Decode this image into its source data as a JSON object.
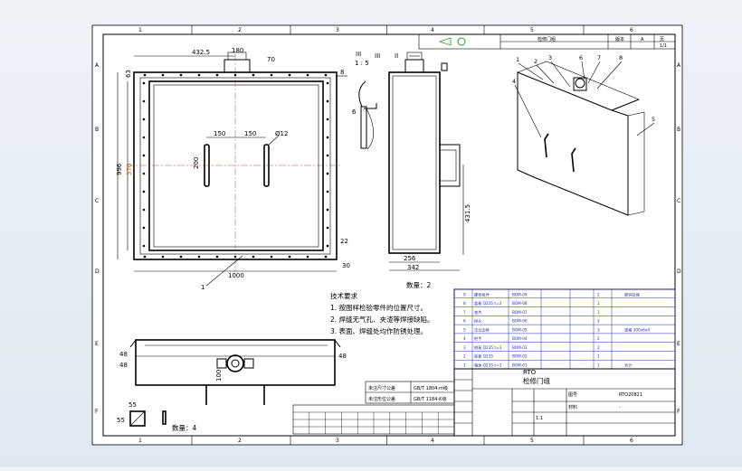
{
  "zones": {
    "columns": [
      "1",
      "2",
      "3",
      "4",
      "5",
      "6"
    ],
    "rows": [
      "A",
      "B",
      "C",
      "D",
      "E",
      "F"
    ]
  },
  "front_view": {
    "dims": {
      "top_offset": "432.5",
      "top_width": "180",
      "top_right": "70",
      "left_small": "63",
      "left_height": "996",
      "inner_height": "370",
      "slot_spacing_left": "150",
      "slot_spacing_right": "150",
      "slot_length": "200",
      "hole_dia": "Ø12",
      "right_22": "22",
      "right_30": "30",
      "bottom_width": "1000"
    },
    "balloons": [
      "8",
      "1"
    ]
  },
  "detail_view": {
    "label": "III",
    "scale": "1 : 5",
    "balloon": "6",
    "mark": "II"
  },
  "side_view": {
    "dims": {
      "height": "431.5",
      "depth_inner": "256",
      "depth_outer": "342"
    },
    "marks": [
      "III",
      "II"
    ]
  },
  "quantity_main": "数量：2",
  "iso_view": {
    "balloons": [
      "1",
      "2",
      "3",
      "4",
      "5",
      "6",
      "7",
      "8"
    ]
  },
  "tech_requirements": {
    "title": "技术要求",
    "items": [
      "1. 按图样检验零件的位置尺寸。",
      "2. 焊缝无气孔、夹渣等焊接缺陷。",
      "3. 表面、焊缝处均作防锈处理。"
    ]
  },
  "bottom_view": {
    "dims": {
      "left": "48",
      "left2": "48",
      "right": "48",
      "pipe": "100"
    }
  },
  "small_part": {
    "dims": {
      "a": "55",
      "b": "55"
    },
    "quantity": "数量：4"
  },
  "bom": {
    "rows": [
      {
        "no": "9",
        "name": "螺栓组件",
        "code": "BOM-09",
        "qty": "2",
        "remark": "镀锌处理"
      },
      {
        "no": "8",
        "name": "盖板 Q235 t=3",
        "code": "BOM-08",
        "qty": "1",
        "remark": ""
      },
      {
        "no": "7",
        "name": "垫片",
        "code": "BOM-07",
        "qty": "1",
        "remark": ""
      },
      {
        "no": "6",
        "name": "接头",
        "code": "BOM-06",
        "qty": "1",
        "remark": ""
      },
      {
        "no": "5",
        "name": "法兰边框",
        "code": "BOM-05",
        "qty": "1",
        "remark": "规格 300x6x4"
      },
      {
        "no": "4",
        "name": "把手",
        "code": "BOM-04",
        "qty": "2",
        "remark": ""
      },
      {
        "no": "3",
        "name": "侧板 Q235 t=3",
        "code": "BOM-03",
        "qty": "2",
        "remark": ""
      },
      {
        "no": "2",
        "name": "底板 Q235",
        "code": "BOM-02",
        "qty": "1",
        "remark": ""
      },
      {
        "no": "1",
        "name": "箱体 Q235 t=3",
        "code": "BOM-01",
        "qty": "1",
        "remark": "合计"
      }
    ]
  },
  "title_block": {
    "company": "RTO",
    "title": "检修门组",
    "drawing_no_label": "图号",
    "drawing_no": "RTO20821",
    "scale": "1:1",
    "material_label": "材料",
    "material": "-",
    "standards": [
      "GB/T 1804-m级",
      "GB/T 1184-K级"
    ],
    "std_labels": [
      "未注尺寸公差",
      "未注形位公差"
    ],
    "header_top": "检修门组",
    "rev_cells": [
      "版本",
      "A",
      "页",
      "1/1"
    ]
  }
}
